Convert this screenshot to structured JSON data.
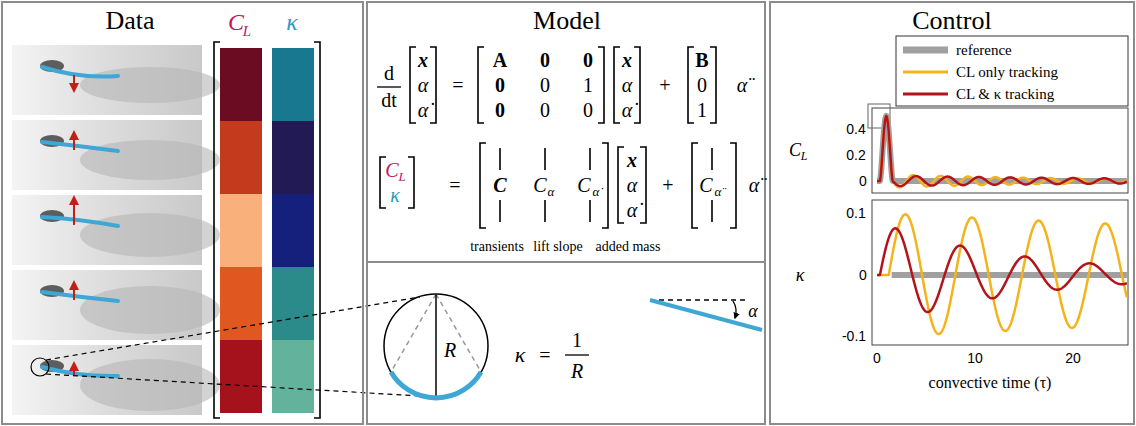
{
  "diagram": {
    "nodes": [
      {
        "text": [
          "Data"
        ]
      },
      {
        "text": [
          "Model"
        ]
      },
      {
        "text": [
          "Control"
        ]
      }
    ],
    "labels": [
      "C",
      "L",
      "κ",
      "d",
      "dt",
      "x",
      "α",
      "α̇",
      "=",
      "A",
      "0",
      "0",
      "0",
      "0",
      "1",
      "0",
      "0",
      "0",
      "x",
      "α",
      "α̇",
      "+",
      "B",
      "0",
      "1",
      "α̈",
      "C",
      "L",
      "κ",
      "=",
      "C",
      "C",
      "α",
      "C",
      "α̇",
      "x",
      "α",
      "α̇",
      "+",
      "C",
      "α̈",
      "α̈",
      "transients",
      "lift slope",
      "added mass",
      "R",
      "κ",
      "=",
      "1",
      "R",
      "α",
      "0.4",
      "0.2",
      "0",
      "0.1",
      "0",
      "-0.1",
      "0",
      "10",
      "20",
      "convective time (τ)",
      "C",
      "L",
      "κ"
    ],
    "legend": [
      {
        "text": "reference"
      },
      {
        "text": "CL only tracking"
      },
      {
        "text": "CL & κ tracking"
      }
    ]
  }
}
